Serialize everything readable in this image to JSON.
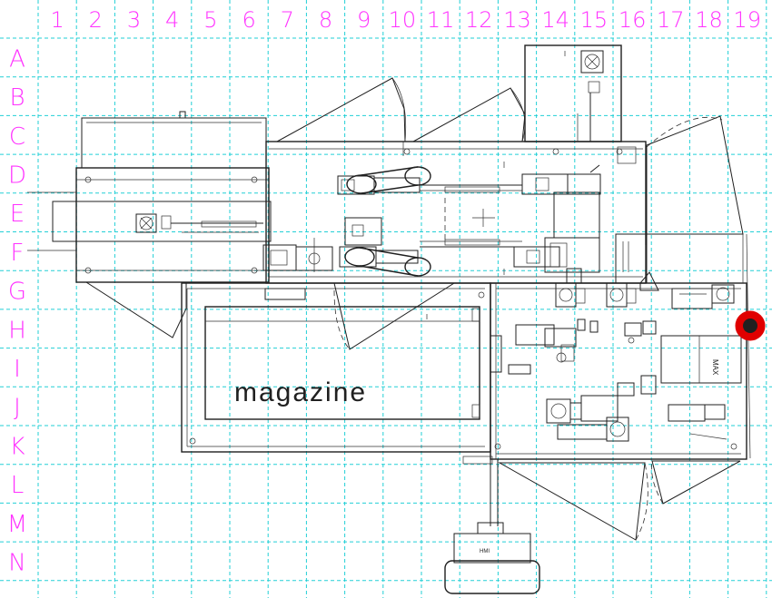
{
  "grid": {
    "columns": [
      "1",
      "2",
      "3",
      "4",
      "5",
      "6",
      "7",
      "8",
      "9",
      "10",
      "11",
      "12",
      "13",
      "14",
      "15",
      "16",
      "17",
      "18",
      "19"
    ],
    "rows": [
      "A",
      "B",
      "C",
      "D",
      "E",
      "F",
      "G",
      "H",
      "I",
      "J",
      "K",
      "L",
      "M",
      "N"
    ],
    "line_color": "#22cfd6",
    "label_color": "#ff33ff"
  },
  "labels": {
    "magazine": "magazine",
    "hmi": "HMI",
    "max": "MAX"
  },
  "colors": {
    "stop_button": "#e00000",
    "ink": "#202020"
  }
}
